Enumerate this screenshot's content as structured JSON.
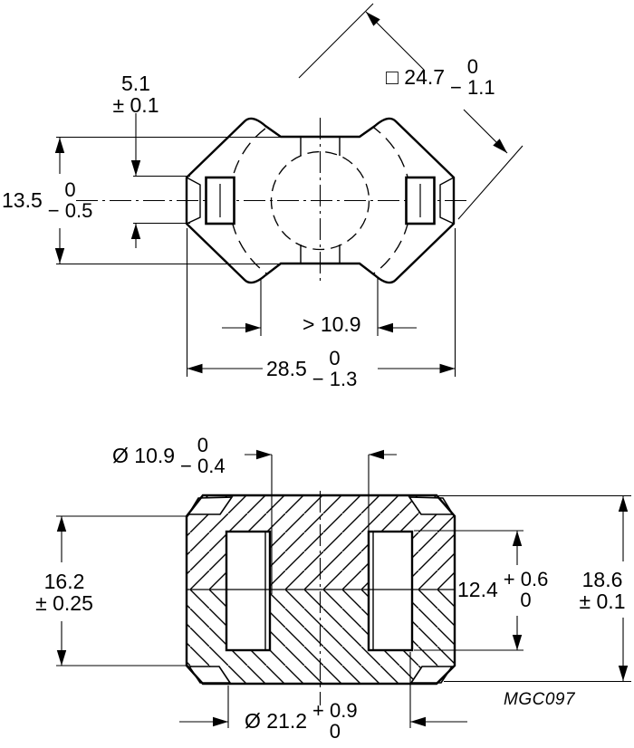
{
  "drawing_code": "MGC097",
  "top_view": {
    "dim_tab_height": {
      "value": "5.1",
      "tol": "± 0.1"
    },
    "dim_flat_span": {
      "value": "13.5",
      "tol_plus": "0",
      "tol_minus": "− 0.5"
    },
    "dim_square_side": {
      "value": "□ 24.7",
      "tol_plus": "0",
      "tol_minus": "− 1.1"
    },
    "dim_slot_gap": {
      "value": "> 10.9"
    },
    "dim_overall_width": {
      "value": "28.5",
      "tol_plus": "0",
      "tol_minus": "− 1.3"
    }
  },
  "section_view": {
    "dim_center_post_dia": {
      "value": "Ø 10.9",
      "tol_plus": "0",
      "tol_minus": "− 0.4"
    },
    "dim_side_height": {
      "value": "16.2",
      "tol": "± 0.25"
    },
    "dim_window_height": {
      "value": "12.4",
      "tol_plus": "+ 0.6",
      "tol_minus": "0"
    },
    "dim_total_height": {
      "value": "18.6",
      "tol": "± 0.1"
    },
    "dim_cavity_dia": {
      "value": "Ø 21.2",
      "tol_plus": "+ 0.9",
      "tol_minus": "0"
    }
  }
}
